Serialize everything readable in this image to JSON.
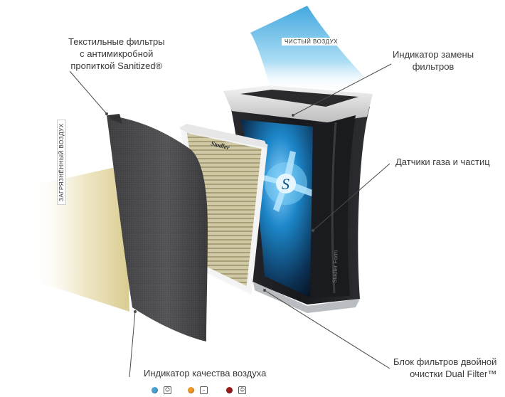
{
  "callouts": {
    "textile_filters": "Текстильные фильтры\nс антимикробной\nпропиткой Sanitized®",
    "filter_indicator": "Индикатор замены\nфильтров",
    "sensors": "Датчики газа и частиц",
    "air_quality_indicator": "Индикатор качества воздуха",
    "dual_filter": "Блок фильтров двойной\nочистки Dual Filter™"
  },
  "tags": {
    "clean_air": "ЧИСТЫЙ ВОЗДУХ",
    "polluted_air": "ЗАГРЯЗНЁННЫЙ ВОЗДУХ"
  },
  "product": {
    "filter_brand": "Stadler",
    "fan_letter": "S",
    "body_brand": "Stadler Form"
  },
  "air_quality_levels": [
    {
      "color": "#4aa3d6",
      "face": "☺"
    },
    {
      "color": "#f39a2a",
      "face": "😐"
    },
    {
      "color": "#9c1a1c",
      "face": "☹"
    }
  ],
  "colors": {
    "clean_air_arrow": "#5bb8e6",
    "polluted_air_haze": "#e6dcb0",
    "textile": "#4d4d4f",
    "body": "#1e1f22",
    "glow": "#1c86c8"
  }
}
